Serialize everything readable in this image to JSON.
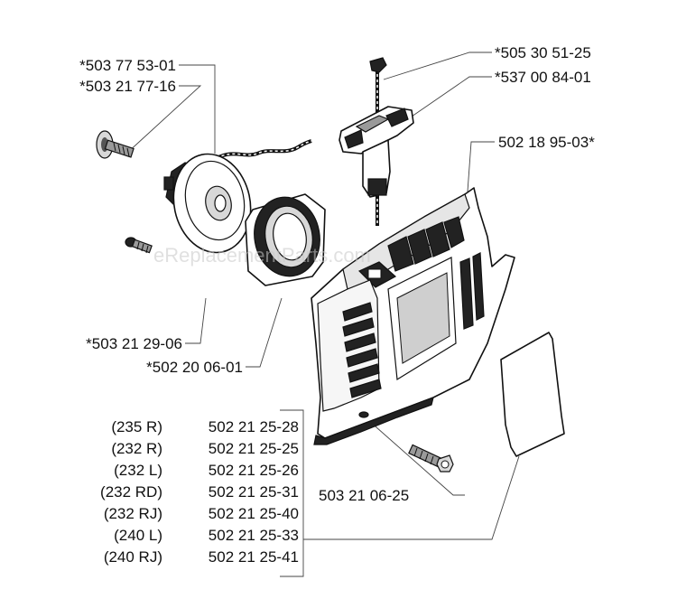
{
  "callouts": {
    "starter_pulley": "*503 77 53-01",
    "pulley_screw": "*503 21 77-16",
    "pawl_screw": "*503 21 29-06",
    "recoil_spring": "*502 20 06-01",
    "starter_cord": "*505 30 51-25",
    "starter_handle": "*537 00 84-01",
    "starter_housing": "502 18 95-03*",
    "housing_screw": "503 21 06-25"
  },
  "variants": [
    {
      "model": "(235 R)",
      "part": "502 21 25-28"
    },
    {
      "model": "(232 R)",
      "part": "502 21 25-25"
    },
    {
      "model": "(232 L)",
      "part": "502 21 25-26"
    },
    {
      "model": "(232 RD)",
      "part": "502 21 25-31"
    },
    {
      "model": "(232 RJ)",
      "part": "502 21 25-40"
    },
    {
      "model": "(240 L)",
      "part": "502 21 25-33"
    },
    {
      "model": "(240 RJ)",
      "part": "502 21 25-41"
    }
  ],
  "watermark": "eReplacementParts.com",
  "colors": {
    "line": "#111111",
    "leader": "#444444",
    "background": "#ffffff"
  }
}
